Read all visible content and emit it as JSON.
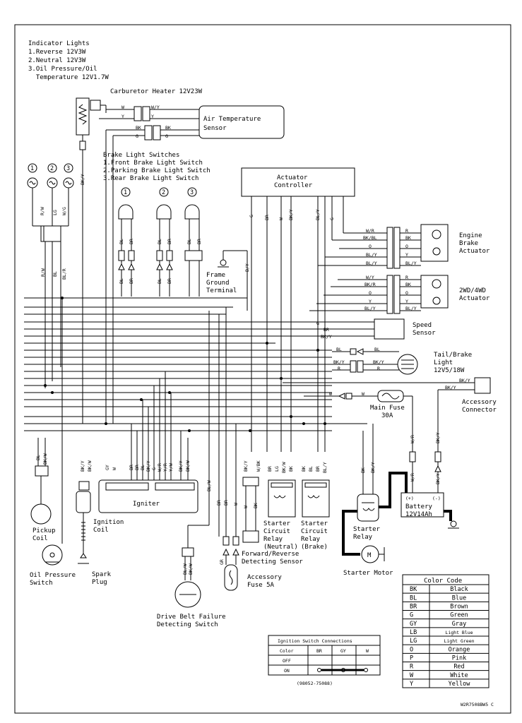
{
  "indicator": {
    "title": "Indicator Lights",
    "items": [
      "1.Reverse 12V3W",
      "2.Neutral 12V3W",
      "3.Oil Pressure/Oil",
      "  Temperature 12V1.7W"
    ]
  },
  "carb_heater": "Carburetor Heater 12V23W",
  "air_temp": [
    "Air Temperature",
    "Sensor"
  ],
  "brake_switches": {
    "title": "Brake Light Switches",
    "items": [
      "1.Front Brake Light Switch",
      "2.Parking Brake Light Switch",
      "3.Rear Brake Light Switch"
    ]
  },
  "actuator_controller": [
    "Actuator",
    "Controller"
  ],
  "engine_brake": [
    "Engine",
    "Brake",
    "Actuator"
  ],
  "wd_actuator": [
    "2WD/4WD",
    "Actuator"
  ],
  "frame_ground": [
    "Frame",
    "Ground",
    "Terminal"
  ],
  "speed_sensor": [
    "Speed",
    "Sensor"
  ],
  "tail_light": [
    "Tail/Brake",
    "Light",
    "12V5/18W"
  ],
  "accessory_connector": [
    "Accessory",
    "Connector"
  ],
  "main_fuse": [
    "Main Fuse",
    "30A"
  ],
  "battery": {
    "label": "Battery",
    "rating": "12V14Ah",
    "plus": "(+)",
    "minus": "(-)"
  },
  "igniter": "Igniter",
  "ignition_coil": [
    "Ignition",
    "Coil"
  ],
  "pickup_coil": [
    "Pickup",
    "Coil"
  ],
  "oil_pressure": [
    "Oil Pressure",
    "Switch"
  ],
  "spark_plug": [
    "Spark",
    "Plug"
  ],
  "drive_belt": [
    "Drive Belt Failure",
    "Detecting Switch"
  ],
  "accessory_fuse": [
    "Accessory",
    "Fuse 5A"
  ],
  "fr_sensor": [
    "Forward/Reverse",
    "Detecting Sensor"
  ],
  "starter_relay_neutral": [
    "Starter",
    "Circuit",
    "Relay",
    "(Neutral)"
  ],
  "starter_relay_brake": [
    "Starter",
    "Circuit",
    "Relay",
    "(Brake)"
  ],
  "starter_relay": [
    "Starter",
    "Relay"
  ],
  "starter_motor": "Starter Motor",
  "motor_symbol": "M",
  "circle_nums": [
    "1",
    "2",
    "3"
  ],
  "color_code": {
    "title": "Color Code",
    "rows": [
      [
        "BK",
        "Black"
      ],
      [
        "BL",
        "Blue"
      ],
      [
        "BR",
        "Brown"
      ],
      [
        "G",
        "Green"
      ],
      [
        "GY",
        "Gray"
      ],
      [
        "LB",
        "Light Blue"
      ],
      [
        "LG",
        "Light Green"
      ],
      [
        "O",
        "Orange"
      ],
      [
        "P",
        "Pink"
      ],
      [
        "R",
        "Red"
      ],
      [
        "W",
        "White"
      ],
      [
        "Y",
        "Yellow"
      ]
    ]
  },
  "ignition_table": {
    "title": "Ignition Switch Connections",
    "header": [
      "Color",
      "BR",
      "GY",
      "W"
    ],
    "rows": [
      "OFF",
      "ON"
    ],
    "part_no": "(98052-75088)"
  },
  "footer_code": "W2R7508BW5 C",
  "wire_labels": {
    "carb_w": "W",
    "carb_y": "Y",
    "carb_wy": "W/Y",
    "carb_y2": "Y",
    "ats_bk": "BK",
    "ats_g": "G",
    "ats_bk2": "BK",
    "ats_g2": "G",
    "bky_vert": "BK/Y",
    "ind1": "R/W",
    "ind2": "LG",
    "ind3": "W/G",
    "ind1b": "R/W",
    "ind2b": "BL",
    "ind3b": "BL/R",
    "ind1c": "R/W",
    "ind2c": "BL",
    "ind3c": "BL/R",
    "bl": "BL",
    "br": "BR",
    "w": "W",
    "r": "R",
    "bk": "BK",
    "bkbl": "BK/BL",
    "o": "O",
    "y": "Y",
    "bly": "BL/Y",
    "wr": "W/R",
    "wy": "W/Y",
    "bkr": "BK/R",
    "g": "G",
    "bky": "BK/Y",
    "by": "B/Y",
    "bkw": "BK/W",
    "gy": "GY",
    "ywy": "Y/W",
    "yr": "Y/R",
    "lg": "LG",
    "blw": "BL/W",
    "wbk": "W/BK",
    "gr": "GR"
  }
}
